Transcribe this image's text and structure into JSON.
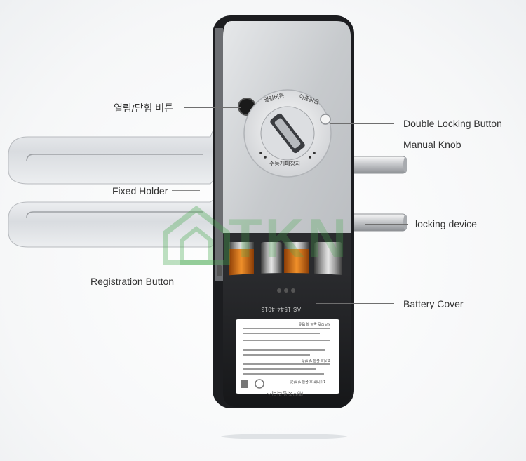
{
  "labels": {
    "open_close_button": "열림/닫힘 버튼",
    "fixed_holder": "Fixed Holder",
    "registration_button": "Registration Button",
    "double_locking_button": "Double Locking Button",
    "manual_knob": "Manual Knob",
    "locking_device": "locking device",
    "battery_cover": "Battery Cover"
  },
  "dial": {
    "left_text": "열림버튼",
    "right_text": "이중잠금",
    "bottom_text": "수동개폐장치"
  },
  "cover": {
    "service_number": "AS 1544-4013",
    "brand_text": "㈜오지원리디스",
    "instruction_lines": [
      "1.비밀번호 등록 및 변경",
      "2.카드 등록 및 변경",
      "3.리모컨 등록 및 변경"
    ]
  },
  "watermark": {
    "text": "TKN"
  },
  "colors": {
    "watermark_green": "#48aa50",
    "body_silver": "#c9ccd0",
    "body_dark": "#1e1f22",
    "battery_orange": "#e07a1a"
  }
}
